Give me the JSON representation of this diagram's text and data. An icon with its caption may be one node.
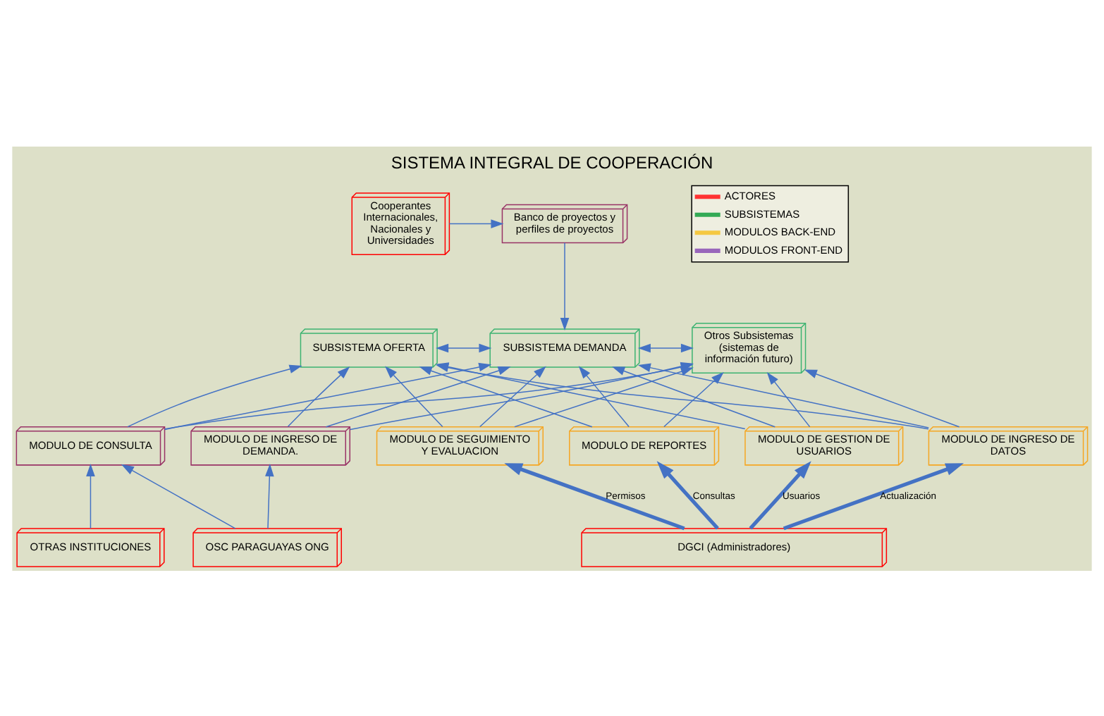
{
  "diagram": {
    "title": "SISTEMA INTEGRAL DE COOPERACIÓN",
    "nodes": [
      {
        "text": [
          "Cooperantes Internacionales, Nacionales y Universidades"
        ]
      },
      {
        "text": [
          "Banco de proyectos y perfiles de proyectos"
        ]
      },
      {
        "text": [
          "SUBSISTEMA OFERTA"
        ]
      },
      {
        "text": [
          "SUBSISTEMA DEMANDA"
        ]
      },
      {
        "text": [
          "Otros Subsistemas (sistemas de información futuro)"
        ]
      },
      {
        "text": [
          "MODULO DE CONSULTA"
        ]
      },
      {
        "text": [
          "MODULO DE INGRESO DE DEMANDA."
        ]
      },
      {
        "text": [
          "MODULO DE SEGUIMIENTO Y EVALUACION"
        ]
      },
      {
        "text": [
          "MODULO DE REPORTES"
        ]
      },
      {
        "text": [
          "MODULO DE GESTION DE USUARIOS"
        ]
      },
      {
        "text": [
          "MODULO DE INGRESO DE DATOS"
        ]
      },
      {
        "text": [
          "OTRAS INSTITUCIONES"
        ]
      },
      {
        "text": [
          "OSC PARAGUAYAS ONG"
        ]
      },
      {
        "text": [
          "DGCI (Administradores)"
        ]
      }
    ],
    "edges": [
      {
        "from": 0,
        "to": 1,
        "arrow": "to"
      },
      {
        "from": 1,
        "to": 3,
        "arrow": "to"
      },
      {
        "from": 2,
        "to": 3,
        "arrow": "both"
      },
      {
        "from": 3,
        "to": 4,
        "arrow": "both"
      },
      {
        "from": 5,
        "to": 2,
        "arrow": "to"
      },
      {
        "from": 5,
        "to": 3,
        "arrow": "to"
      },
      {
        "from": 5,
        "to": 4,
        "arrow": "to"
      },
      {
        "from": 6,
        "to": 2,
        "arrow": "to"
      },
      {
        "from": 6,
        "to": 3,
        "arrow": "to"
      },
      {
        "from": 6,
        "to": 4,
        "arrow": "to"
      },
      {
        "from": 7,
        "to": 2,
        "arrow": "to"
      },
      {
        "from": 7,
        "to": 3,
        "arrow": "to"
      },
      {
        "from": 7,
        "to": 4,
        "arrow": "to"
      },
      {
        "from": 8,
        "to": 2,
        "arrow": "to"
      },
      {
        "from": 8,
        "to": 3,
        "arrow": "to"
      },
      {
        "from": 8,
        "to": 4,
        "arrow": "to"
      },
      {
        "from": 9,
        "to": 2,
        "arrow": "to"
      },
      {
        "from": 9,
        "to": 3,
        "arrow": "to"
      },
      {
        "from": 9,
        "to": 4,
        "arrow": "to"
      },
      {
        "from": 10,
        "to": 2,
        "arrow": "to"
      },
      {
        "from": 10,
        "to": 3,
        "arrow": "to"
      },
      {
        "from": 10,
        "to": 4,
        "arrow": "to"
      },
      {
        "from": 11,
        "to": 5,
        "arrow": "to"
      },
      {
        "from": 12,
        "to": 5,
        "arrow": "to"
      },
      {
        "from": 12,
        "to": 6,
        "arrow": "to"
      },
      {
        "from": 13,
        "to": 7,
        "arrow": "to",
        "label": "Permisos",
        "style": "thick"
      },
      {
        "from": 13,
        "to": 8,
        "arrow": "to",
        "label": "Consultas",
        "style": "thick"
      },
      {
        "from": 13,
        "to": 9,
        "arrow": "to",
        "label": "Usuarios",
        "style": "thick"
      },
      {
        "from": 13,
        "to": 10,
        "arrow": "to",
        "label": "Actualización",
        "style": "thick"
      }
    ],
    "legend": [
      {
        "text": "ACTORES",
        "color": "#ff3333"
      },
      {
        "text": "SUBSISTEMAS",
        "color": "#33aa55"
      },
      {
        "text": "MODULOS BACK-END",
        "color": "#f5c842"
      },
      {
        "text": "MODULOS FRONT-END",
        "color": "#9966bb"
      }
    ]
  }
}
